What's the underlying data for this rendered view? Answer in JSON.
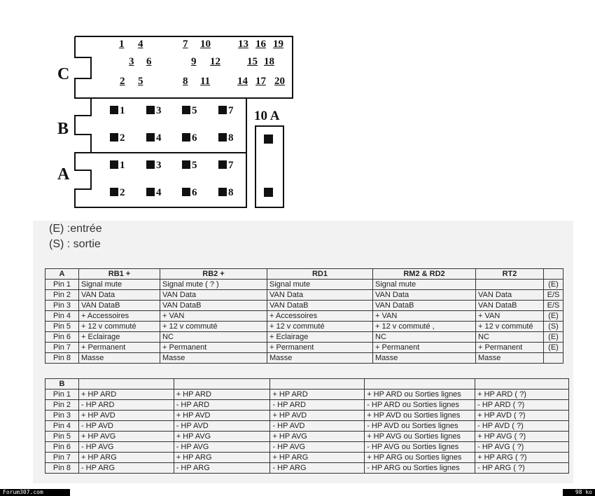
{
  "diagram": {
    "c_label": "C",
    "b_label": "B",
    "a_label": "A",
    "fuse_label": "10 A",
    "c_pins": [
      [
        "1",
        "4",
        "7",
        "10",
        "13",
        "16",
        "19"
      ],
      [
        "3",
        "6",
        "9",
        "12",
        "15",
        "18"
      ],
      [
        "2",
        "5",
        "8",
        "11",
        "14",
        "17",
        "20"
      ]
    ],
    "b_pins": [
      [
        "1",
        "3",
        "5",
        "7"
      ],
      [
        "2",
        "4",
        "6",
        "8"
      ]
    ],
    "a_pins": [
      [
        "1",
        "3",
        "5",
        "7"
      ],
      [
        "2",
        "4",
        "6",
        "8"
      ]
    ]
  },
  "legend": {
    "e": "(E) :entrée",
    "s": "(S) : sortie"
  },
  "table_a": {
    "headers": [
      "A",
      "RB1 +",
      "RB2 +",
      "RD1",
      "RM2 & RD2",
      "RT2",
      ""
    ],
    "rows": [
      [
        "Pin  1",
        "Signal mute",
        "Signal mute ( ? )",
        "Signal mute",
        "Signal mute",
        "",
        "(E)"
      ],
      [
        "Pin 2",
        "VAN Data",
        "VAN Data",
        "VAN Data",
        "VAN Data",
        "VAN Data",
        "E/S"
      ],
      [
        "Pin 3",
        "VAN DataB",
        "VAN DataB",
        "VAN DataB",
        "VAN DataB",
        "VAN DataB",
        "E/S"
      ],
      [
        "Pin 4",
        "+ Accessoires",
        "+ VAN",
        "+ Accessoires",
        "+ VAN",
        "+ VAN",
        "(E)"
      ],
      [
        "Pin 5",
        "+ 12 v commuté",
        "+ 12 v commuté",
        "+ 12 v commuté",
        "+ 12 v commuté   ,",
        "+ 12 v commuté",
        "(S)"
      ],
      [
        "Pin 6",
        "+ Eclairage",
        "NC",
        "+ Eclairage",
        "NC",
        "NC",
        "(E)"
      ],
      [
        "Pin 7",
        "+ Permanent",
        "+ Permanent",
        "+ Permanent",
        "+ Permanent",
        "+ Permanent",
        "(E)"
      ],
      [
        "Pin 8",
        "Masse",
        "Masse",
        "Masse",
        "Masse",
        "Masse",
        ""
      ]
    ]
  },
  "table_b": {
    "headers": [
      "B",
      "",
      "",
      "",
      "",
      ""
    ],
    "rows": [
      [
        "Pin  1",
        "+ HP ARD",
        "+ HP ARD",
        "+ HP ARD",
        "+ HP ARD ou Sorties lignes",
        "+ HP ARD ( ?)"
      ],
      [
        "Pin 2",
        "-  HP ARD",
        "-  HP ARD",
        "-  HP ARD",
        "-  HP ARD ou Sorties lignes",
        "-  HP ARD ( ?)"
      ],
      [
        "Pin 3",
        "+ HP AVD",
        "+ HP AVD",
        "+ HP AVD",
        "+ HP AVD ou Sorties lignes",
        "+ HP AVD ( ?)"
      ],
      [
        "Pin 4",
        "-  HP AVD",
        "-  HP AVD",
        "-  HP AVD",
        "-  HP AVD ou Sorties lignes",
        "-  HP AVD ( ?)"
      ],
      [
        "Pin 5",
        "+ HP AVG",
        "+ HP AVG",
        "+ HP AVG",
        "+ HP AVG ou Sorties lignes",
        "+ HP AVG ( ?)"
      ],
      [
        "Pin 6",
        "-  HP AVG",
        "-  HP AVG",
        "-  HP AVG",
        "-  HP AVG ou Sorties lignes",
        "-  HP AVG ( ?)"
      ],
      [
        "Pin 7",
        "+ HP ARG",
        "+ HP ARG",
        "+ HP ARG",
        "+ HP ARG ou Sorties lignes",
        "+ HP ARG ( ?)"
      ],
      [
        "Pin 8",
        "-  HP ARG",
        "-  HP ARG",
        "-  HP ARG",
        "-  HP ARG ou Sorties lignes",
        "-  HP ARG ( ?)"
      ]
    ]
  },
  "footer": {
    "site": "Forum307.com",
    "size": "98 ko"
  }
}
